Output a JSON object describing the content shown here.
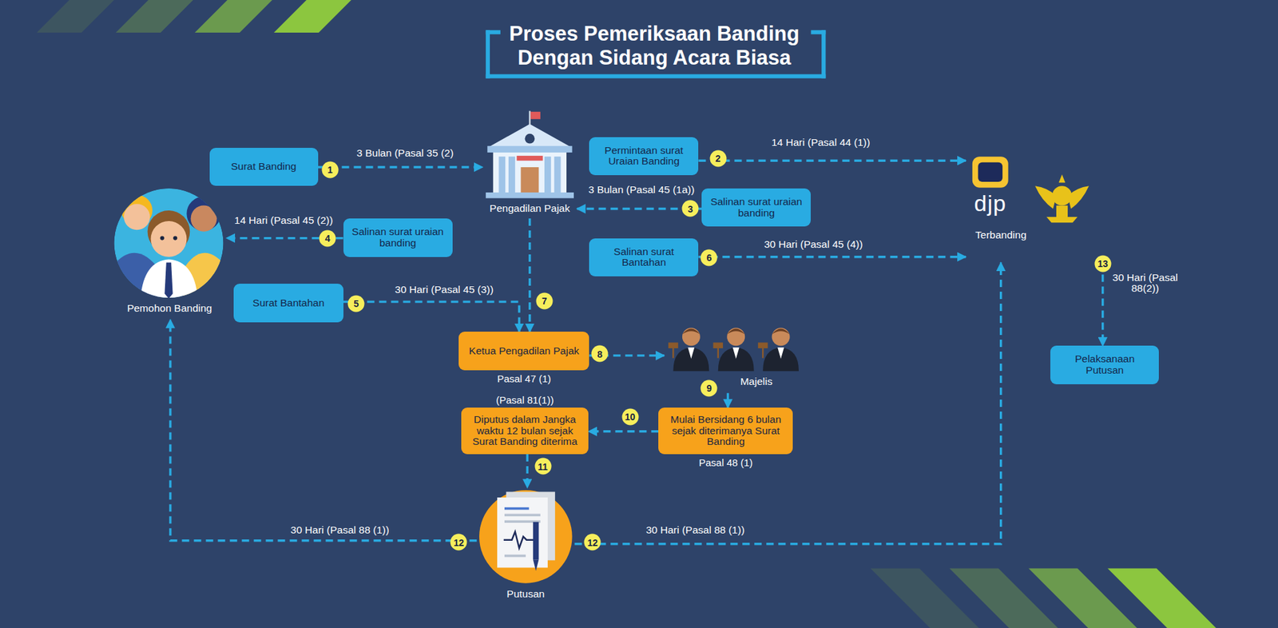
{
  "diagram": {
    "title": "Proses Pemeriksaan Banding Dengan Sidang Acara Biasa",
    "nodes": [
      {
        "text": [
          "Surat Banding"
        ]
      },
      {
        "text": [
          "Pengadilan Pajak"
        ]
      },
      {
        "text": [
          "Permintaan surat Uraian Banding"
        ]
      },
      {
        "text": [
          "Terbanding"
        ]
      },
      {
        "text": [
          "Pemohon Banding"
        ]
      },
      {
        "text": [
          "Salinan surat uraian banding"
        ]
      },
      {
        "text": [
          "Salinan surat uraian banding"
        ]
      },
      {
        "text": [
          "Surat Bantahan"
        ]
      },
      {
        "text": [
          "Salinan surat Bantahan"
        ]
      },
      {
        "text": [
          "Ketua Pengadilan Pajak",
          "Pasal 47 (1)"
        ]
      },
      {
        "text": [
          "Majelis"
        ]
      },
      {
        "text": [
          "Mulai Bersidang 6 bulan sejak diterimanya Surat Banding",
          "Pasal 48 (1)"
        ]
      },
      {
        "text": [
          "Diputus dalam Jangka waktu 12 bulan sejak Surat Banding diterima",
          "(Pasal 81(1))"
        ]
      },
      {
        "text": [
          "Putusan"
        ]
      },
      {
        "text": [
          "Pelaksanaan Putusan"
        ]
      }
    ],
    "edges": [
      {
        "from": 0,
        "to": 1,
        "arrow": "to",
        "label": "3 Bulan (Pasal 35 (2)"
      },
      {
        "from": 2,
        "to": 3,
        "arrow": "to",
        "label": "14 Hari (Pasal 44 (1))"
      },
      {
        "from": 5,
        "to": 1,
        "arrow": "to",
        "label": "3 Bulan (Pasal 45 (1a))"
      },
      {
        "from": 6,
        "to": 4,
        "arrow": "to",
        "label": "14 Hari (Pasal 45 (2))"
      },
      {
        "from": 7,
        "to": 9,
        "arrow": "to",
        "label": "30 Hari (Pasal 45 (3))"
      },
      {
        "from": 8,
        "to": 3,
        "arrow": "to",
        "label": "30 Hari (Pasal 45 (4))"
      },
      {
        "from": 1,
        "to": 9,
        "arrow": "to"
      },
      {
        "from": 9,
        "to": 10,
        "arrow": "to"
      },
      {
        "from": 10,
        "to": 11,
        "arrow": "to"
      },
      {
        "from": 11,
        "to": 12,
        "arrow": "to"
      },
      {
        "from": 12,
        "to": 13,
        "arrow": "to"
      },
      {
        "from": 13,
        "to": 4,
        "arrow": "to",
        "label": "30 Hari (Pasal 88 (1))"
      },
      {
        "from": 13,
        "to": 3,
        "arrow": "to",
        "label": "30 Hari (Pasal 88 (1))"
      },
      {
        "from": 3,
        "to": 14,
        "arrow": "to",
        "label": "30 Hari (Pasal 88(2))"
      }
    ],
    "labels": [
      "1",
      "2",
      "3",
      "4",
      "5",
      "6",
      "7",
      "8",
      "9",
      "10",
      "11",
      "12",
      "12",
      "13",
      "djp"
    ]
  }
}
